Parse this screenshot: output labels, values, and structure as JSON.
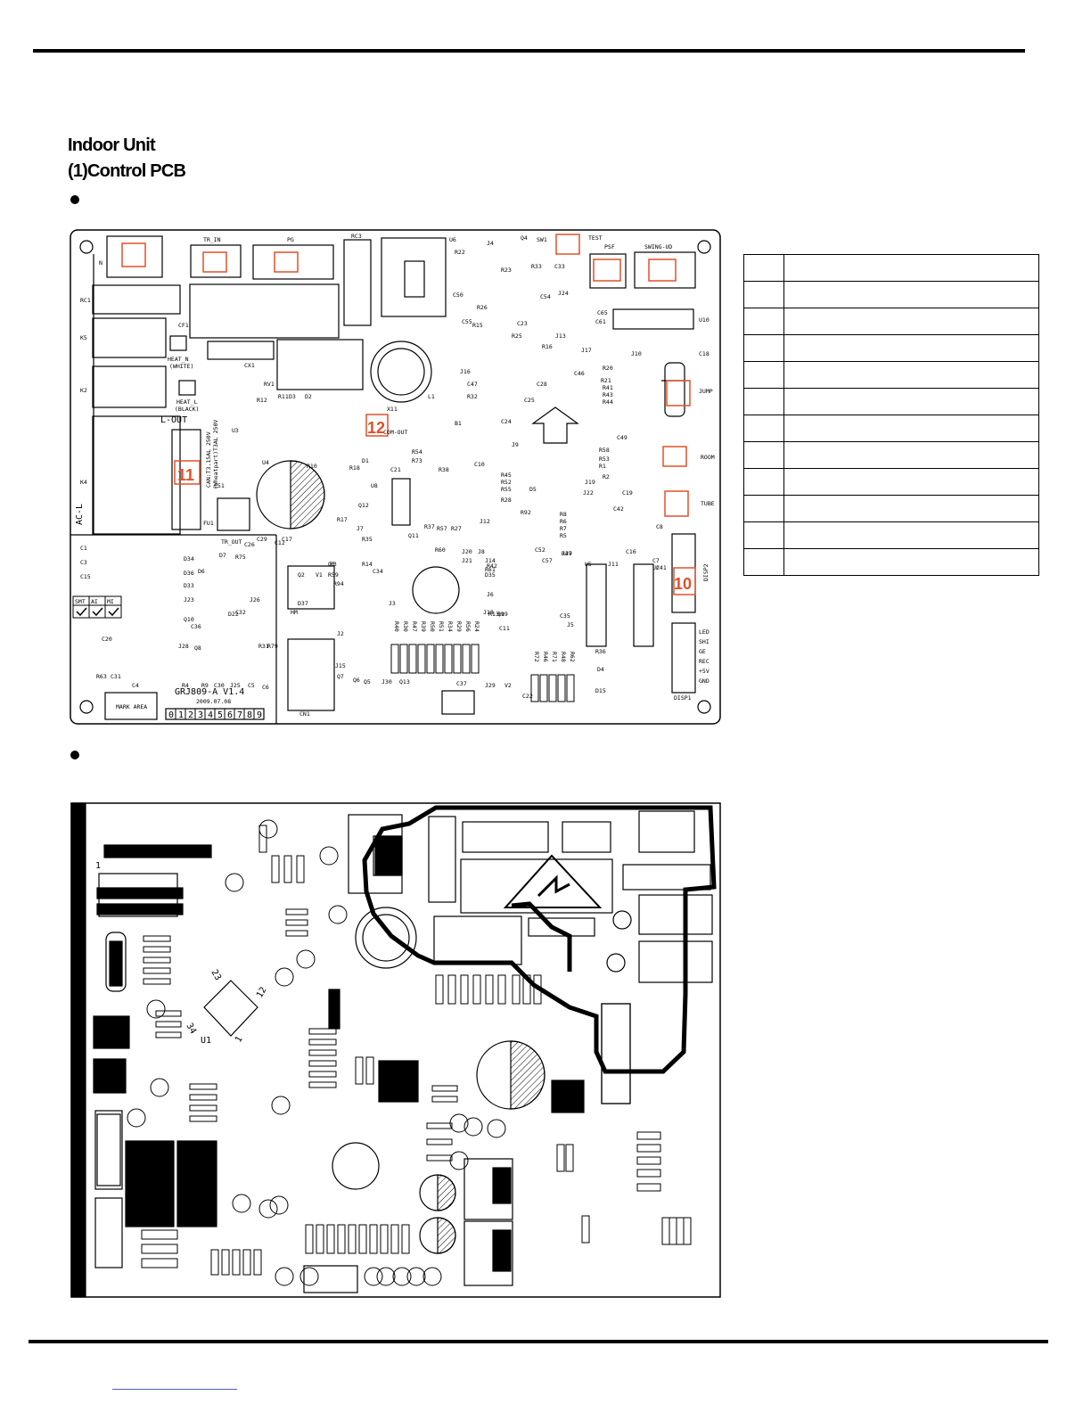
{
  "page": {
    "title": "Indoor Unit",
    "subtitle": "(1)Control PCB"
  },
  "pcb_top": {
    "connectors": {
      "n": "N",
      "tr_in": "TR_IN",
      "pg": "PG",
      "rc3": "RC3",
      "u6": "U6",
      "sw1": "SW1",
      "test": "TEST",
      "psf": "PSF",
      "swing": "SWING-UD",
      "u10": "U10",
      "c18": "C18",
      "jump": "JUMP",
      "room": "ROOM",
      "tube": "TUBE",
      "disp2": "DISP2",
      "disp1": "DISP1",
      "rc1": "RC1",
      "k5": "K5",
      "k2": "K2",
      "k4": "K4",
      "acl": "AC-L",
      "lout": "L-OUT",
      "heat_n": "HEAT_N",
      "heat_n_color": "(WHITE)",
      "heat_l": "HEAT_L",
      "heat_l_color": "(BLACK)",
      "com_out": "COM-OUT",
      "tr_out": "TR_OUT",
      "fu1": "FU1",
      "cf1": "CF1",
      "cx1": "CX1",
      "rv1": "RV1",
      "l1": "L1"
    },
    "fuse_rating": "CAN:T3.15AL 250V",
    "fuse_rating_2": "(Wheatpart)T3AL 250V",
    "board_name": "GRJ809-A V1.4",
    "board_date": "2009.07.08",
    "mark_area": "MARK AREA",
    "serial_digits": [
      "0",
      "1",
      "2",
      "3",
      "4",
      "5",
      "6",
      "7",
      "8",
      "9"
    ],
    "checks": [
      "SMT",
      "AI",
      "MI"
    ],
    "display_pins": [
      "LED",
      "SHI",
      "GE",
      "REC",
      "+5V",
      "GND"
    ],
    "callouts": [
      "12",
      "11",
      "10"
    ],
    "components": [
      {
        "t": "J4"
      },
      {
        "t": "Q4"
      },
      {
        "t": "R22"
      },
      {
        "t": "R23"
      },
      {
        "t": "R33"
      },
      {
        "t": "C33"
      },
      {
        "t": "R26"
      },
      {
        "t": "C50"
      },
      {
        "t": "C54"
      },
      {
        "t": "J24"
      },
      {
        "t": "C65"
      },
      {
        "t": "C61"
      },
      {
        "t": "C55"
      },
      {
        "t": "R15"
      },
      {
        "t": "R25"
      },
      {
        "t": "C23"
      },
      {
        "t": "J13"
      },
      {
        "t": "R16"
      },
      {
        "t": "J17"
      },
      {
        "t": "C46"
      },
      {
        "t": "R20"
      },
      {
        "t": "J10"
      },
      {
        "t": "J16"
      },
      {
        "t": "C47"
      },
      {
        "t": "C28"
      },
      {
        "t": "R21"
      },
      {
        "t": "R41"
      },
      {
        "t": "R43"
      },
      {
        "t": "R44"
      },
      {
        "t": "R32"
      },
      {
        "t": "C25"
      },
      {
        "t": "B1"
      },
      {
        "t": "C24"
      },
      {
        "t": "J9"
      },
      {
        "t": "C49"
      },
      {
        "t": "R58"
      },
      {
        "t": "R53"
      },
      {
        "t": "R1"
      },
      {
        "t": "R2"
      },
      {
        "t": "R12"
      },
      {
        "t": "R11"
      },
      {
        "t": "D3"
      },
      {
        "t": "D2"
      },
      {
        "t": "X11"
      },
      {
        "t": "U3"
      },
      {
        "t": "U4"
      },
      {
        "t": "R10"
      },
      {
        "t": "R18"
      },
      {
        "t": "D1"
      },
      {
        "t": "R54"
      },
      {
        "t": "R73"
      },
      {
        "t": "C21"
      },
      {
        "t": "R38"
      },
      {
        "t": "C10"
      },
      {
        "t": "R45"
      },
      {
        "t": "R52"
      },
      {
        "t": "R55"
      },
      {
        "t": "R28"
      },
      {
        "t": "D5"
      },
      {
        "t": "J19"
      },
      {
        "t": "J22"
      },
      {
        "t": "C19"
      },
      {
        "t": "C51"
      },
      {
        "t": "U8"
      },
      {
        "t": "Q12"
      },
      {
        "t": "R17"
      },
      {
        "t": "R37"
      },
      {
        "t": "R27"
      },
      {
        "t": "J12"
      },
      {
        "t": "R92"
      },
      {
        "t": "C42"
      },
      {
        "t": "R8"
      },
      {
        "t": "R6"
      },
      {
        "t": "R7"
      },
      {
        "t": "R5"
      },
      {
        "t": "C8"
      },
      {
        "t": "C29"
      },
      {
        "t": "C17"
      },
      {
        "t": "J7"
      },
      {
        "t": "R35"
      },
      {
        "t": "Q11"
      },
      {
        "t": "R57"
      },
      {
        "t": "C52"
      },
      {
        "t": "C57"
      },
      {
        "t": "J27"
      },
      {
        "t": "R49"
      },
      {
        "t": "C16"
      },
      {
        "t": "C7"
      },
      {
        "t": "C41"
      },
      {
        "t": "U5"
      },
      {
        "t": "J11"
      },
      {
        "t": "U2"
      },
      {
        "t": "C1"
      },
      {
        "t": "C3"
      },
      {
        "t": "C15"
      },
      {
        "t": "D34"
      },
      {
        "t": "D36"
      },
      {
        "t": "D6"
      },
      {
        "t": "D7"
      },
      {
        "t": "R75"
      },
      {
        "t": "C26"
      },
      {
        "t": "C12"
      },
      {
        "t": "Q3"
      },
      {
        "t": "R3"
      },
      {
        "t": "R14"
      },
      {
        "t": "R60"
      },
      {
        "t": "J20"
      },
      {
        "t": "J21"
      },
      {
        "t": "C34"
      },
      {
        "t": "Q2"
      },
      {
        "t": "V1"
      },
      {
        "t": "R59"
      },
      {
        "t": "J8"
      },
      {
        "t": "R42"
      },
      {
        "t": "R61"
      },
      {
        "t": "J14"
      },
      {
        "t": "J6"
      },
      {
        "t": "D35"
      },
      {
        "t": "D33"
      },
      {
        "t": "J23"
      },
      {
        "t": "J26"
      },
      {
        "t": "R94"
      },
      {
        "t": "HM"
      },
      {
        "t": "D37"
      },
      {
        "t": "R13"
      },
      {
        "t": "R19"
      },
      {
        "t": "C35"
      },
      {
        "t": "Q10"
      },
      {
        "t": "C36"
      },
      {
        "t": "D22"
      },
      {
        "t": "C32"
      },
      {
        "t": "J3"
      },
      {
        "t": "J18"
      },
      {
        "t": "Q9"
      },
      {
        "t": "C11"
      },
      {
        "t": "J5"
      },
      {
        "t": "J2"
      },
      {
        "t": "C20"
      },
      {
        "t": "J28"
      },
      {
        "t": "Q8"
      },
      {
        "t": "R31"
      },
      {
        "t": "R79"
      },
      {
        "t": "R36"
      },
      {
        "t": "D4"
      },
      {
        "t": "D15"
      },
      {
        "t": "R63"
      },
      {
        "t": "C31"
      },
      {
        "t": "C4"
      },
      {
        "t": "R4"
      },
      {
        "t": "R9"
      },
      {
        "t": "C30"
      },
      {
        "t": "J25"
      },
      {
        "t": "C5"
      },
      {
        "t": "C6"
      },
      {
        "t": "J15"
      },
      {
        "t": "Q7"
      },
      {
        "t": "Q6"
      },
      {
        "t": "Q5"
      },
      {
        "t": "J30"
      },
      {
        "t": "Q13"
      },
      {
        "t": "C37"
      },
      {
        "t": "J29"
      },
      {
        "t": "V2"
      },
      {
        "t": "C22"
      },
      {
        "t": "CN1"
      }
    ],
    "r_array": [
      "R40",
      "R30",
      "R47",
      "R39",
      "R50",
      "R51",
      "R34",
      "R29",
      "R56",
      "R24"
    ],
    "r_array2": [
      "R72",
      "R46",
      "R71",
      "R48",
      "R62"
    ]
  },
  "pcb_bottom": {
    "labels": [
      "1",
      "U1",
      "23",
      "34",
      "12",
      "1"
    ]
  },
  "legend": {
    "rows": [
      {
        "num": "",
        "desc": ""
      },
      {
        "num": "",
        "desc": ""
      },
      {
        "num": "",
        "desc": ""
      },
      {
        "num": "",
        "desc": ""
      },
      {
        "num": "",
        "desc": ""
      },
      {
        "num": "",
        "desc": ""
      },
      {
        "num": "",
        "desc": ""
      },
      {
        "num": "",
        "desc": ""
      },
      {
        "num": "",
        "desc": ""
      },
      {
        "num": "",
        "desc": ""
      },
      {
        "num": "",
        "desc": ""
      },
      {
        "num": "",
        "desc": ""
      }
    ]
  },
  "colors": {
    "callout": "#e0502a",
    "ink": "#000000"
  }
}
